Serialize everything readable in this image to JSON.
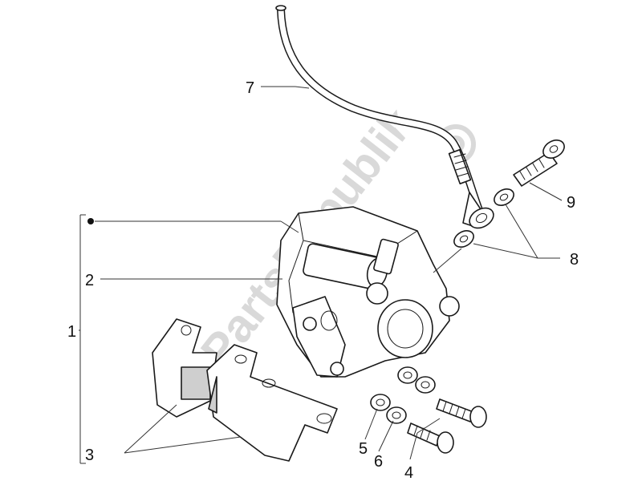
{
  "watermark": {
    "text": "PartsRepublik",
    "icon": "gear-icon",
    "color": "#d9d9d9"
  },
  "callouts": {
    "c1": "1",
    "c2": "2",
    "c3": "3",
    "c4": "4",
    "c5": "5",
    "c6": "6",
    "c7": "7",
    "c8": "8",
    "c9": "9"
  },
  "colors": {
    "line": "#1a1a1a",
    "leader": "#333333",
    "background": "#ffffff"
  }
}
